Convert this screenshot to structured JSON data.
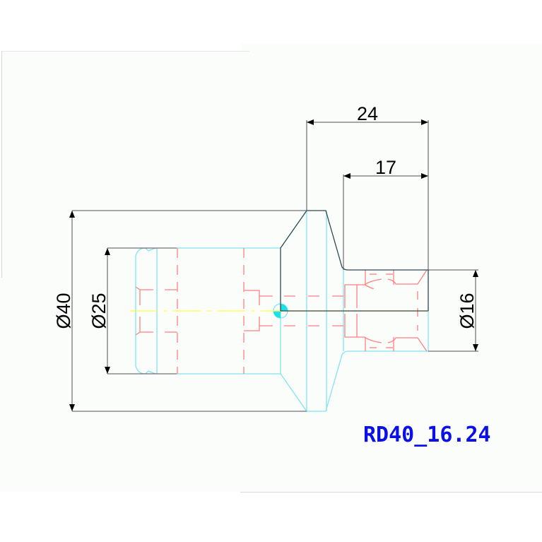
{
  "drawing": {
    "part_label": "RD40_16.24",
    "dimensions": {
      "length_overall": "24",
      "length_small_step": "17",
      "diameter_outer": "Ø40",
      "diameter_bore": "Ø25",
      "diameter_small": "Ø16"
    },
    "colors": {
      "outline": "#2a3a40",
      "hidden": "#ff8080",
      "cyan": "#7fe6ee",
      "center": "#ffff40",
      "label": "#0a10e6"
    }
  }
}
